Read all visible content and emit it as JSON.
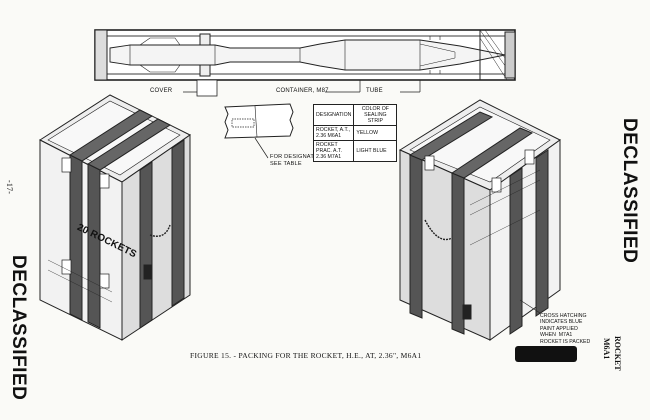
{
  "page_number": "-17-",
  "stamps": {
    "left": "DECLASSIFIED",
    "right": "DECLASSIFIED"
  },
  "side_title": {
    "line1": "M6A1",
    "line2": "ROCKET"
  },
  "rocket_drawing": {
    "cover_label": "COVER",
    "container_label": "CONTAINER, M87",
    "tube_label": "TUBE"
  },
  "strip_callout": "FOR DESIGNATION\nSEE TABLE",
  "designation_table": {
    "headers": [
      "DESIGNATION",
      "COLOR OF SEALING STRIP"
    ],
    "rows": [
      {
        "designation": "ROCKET, A.T., 2.36 M6A1",
        "color": "YELLOW"
      },
      {
        "designation": "ROCKET PRAC. A.T. 2.36 M7A1",
        "color": "LIGHT BLUE"
      }
    ]
  },
  "box_markings": {
    "left_front": "20 ROCKETS"
  },
  "cross_hatch_note": "CROSS HATCHING\nINDICATES BLUE\nPAINT APPLIED\nWHEN  M7A1\nROCKET IS PACKED",
  "caption": "FIGURE 15. - PACKING FOR THE ROCKET, H.E., AT, 2.36\", M6A1"
}
